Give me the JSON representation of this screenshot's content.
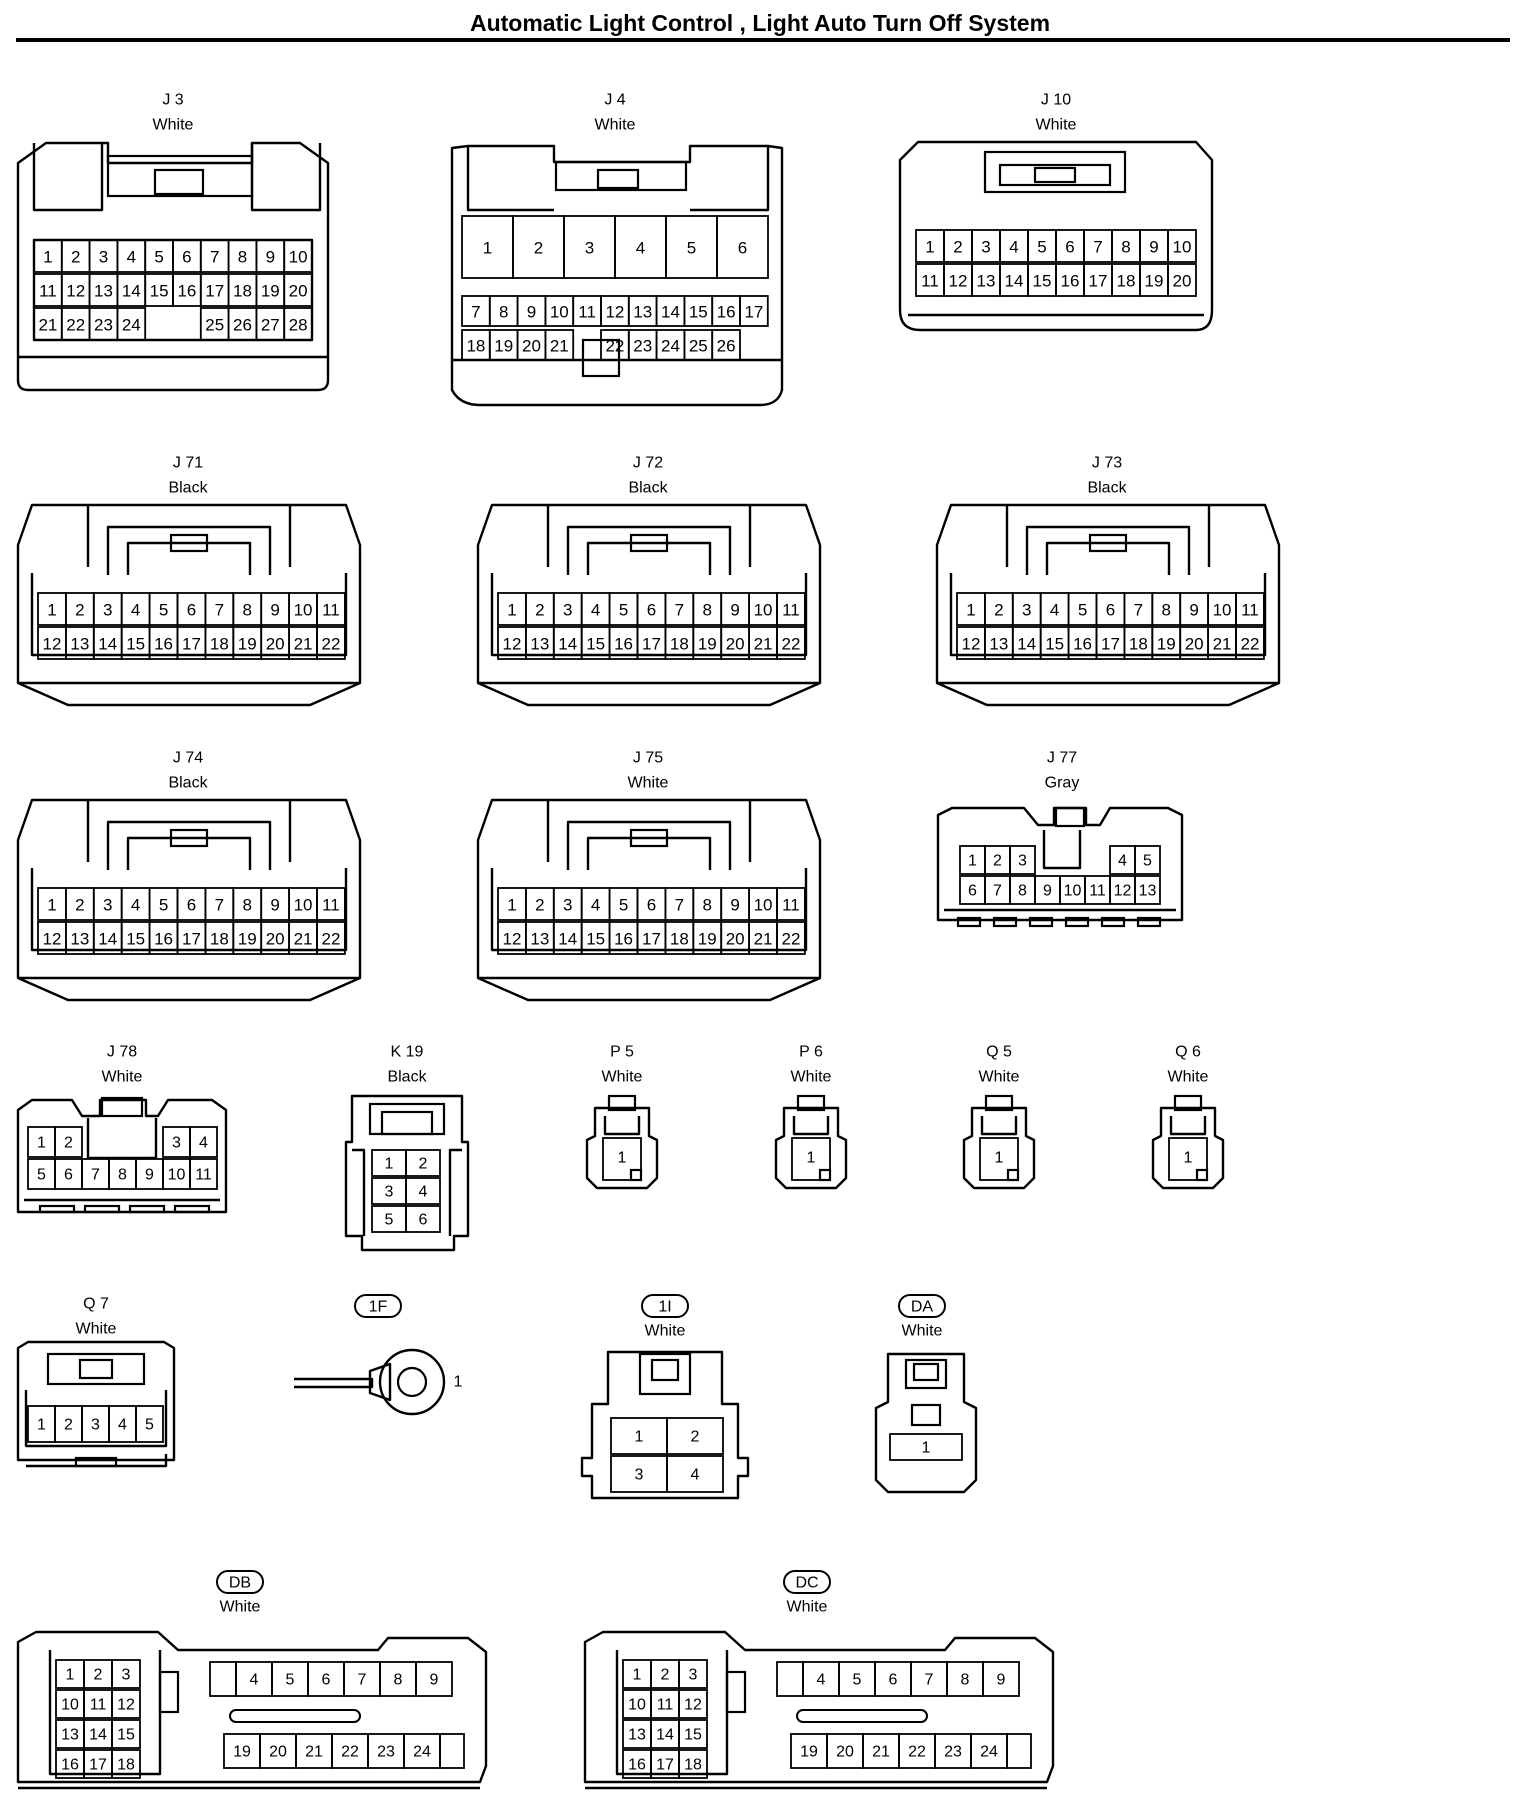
{
  "title": "Automatic Light Control , Light Auto Turn Off System",
  "connectors": [
    {
      "id": "J 3",
      "color": "White",
      "rows": [
        [
          "1",
          "2",
          "3",
          "4",
          "5",
          "6",
          "7",
          "8",
          "9",
          "10"
        ],
        [
          "11",
          "12",
          "13",
          "14",
          "15",
          "16",
          "17",
          "18",
          "19",
          "20"
        ],
        [
          "21",
          "22",
          "23",
          "24",
          "",
          "",
          "25",
          "26",
          "27",
          "28"
        ]
      ]
    },
    {
      "id": "J 4",
      "color": "White",
      "rows": [
        [
          "1",
          "2",
          "3",
          "4",
          "5",
          "6"
        ],
        [
          "7",
          "8",
          "9",
          "10",
          "11",
          "12",
          "13",
          "14",
          "15",
          "16",
          "17"
        ],
        [
          "18",
          "19",
          "20",
          "21",
          "",
          "22",
          "23",
          "24",
          "25",
          "26"
        ]
      ]
    },
    {
      "id": "J 10",
      "color": "White",
      "rows": [
        [
          "1",
          "2",
          "3",
          "4",
          "5",
          "6",
          "7",
          "8",
          "9",
          "10"
        ],
        [
          "11",
          "12",
          "13",
          "14",
          "15",
          "16",
          "17",
          "18",
          "19",
          "20"
        ]
      ]
    },
    {
      "id": "J 71",
      "color": "Black",
      "rows": [
        [
          "1",
          "2",
          "3",
          "4",
          "5",
          "6",
          "7",
          "8",
          "9",
          "10",
          "11"
        ],
        [
          "12",
          "13",
          "14",
          "15",
          "16",
          "17",
          "18",
          "19",
          "20",
          "21",
          "22"
        ]
      ]
    },
    {
      "id": "J 72",
      "color": "Black",
      "rows": [
        [
          "1",
          "2",
          "3",
          "4",
          "5",
          "6",
          "7",
          "8",
          "9",
          "10",
          "11"
        ],
        [
          "12",
          "13",
          "14",
          "15",
          "16",
          "17",
          "18",
          "19",
          "20",
          "21",
          "22"
        ]
      ]
    },
    {
      "id": "J 73",
      "color": "Black",
      "rows": [
        [
          "1",
          "2",
          "3",
          "4",
          "5",
          "6",
          "7",
          "8",
          "9",
          "10",
          "11"
        ],
        [
          "12",
          "13",
          "14",
          "15",
          "16",
          "17",
          "18",
          "19",
          "20",
          "21",
          "22"
        ]
      ]
    },
    {
      "id": "J 74",
      "color": "Black",
      "rows": [
        [
          "1",
          "2",
          "3",
          "4",
          "5",
          "6",
          "7",
          "8",
          "9",
          "10",
          "11"
        ],
        [
          "12",
          "13",
          "14",
          "15",
          "16",
          "17",
          "18",
          "19",
          "20",
          "21",
          "22"
        ]
      ]
    },
    {
      "id": "J 75",
      "color": "White",
      "rows": [
        [
          "1",
          "2",
          "3",
          "4",
          "5",
          "6",
          "7",
          "8",
          "9",
          "10",
          "11"
        ],
        [
          "12",
          "13",
          "14",
          "15",
          "16",
          "17",
          "18",
          "19",
          "20",
          "21",
          "22"
        ]
      ]
    },
    {
      "id": "J 77",
      "color": "Gray",
      "rows": [
        [
          "1",
          "2",
          "3",
          "",
          "",
          "",
          "4",
          "5"
        ],
        [
          "6",
          "7",
          "8",
          "9",
          "10",
          "11",
          "12",
          "13"
        ]
      ]
    },
    {
      "id": "J 78",
      "color": "White",
      "rows": [
        [
          "1",
          "2",
          "",
          "",
          "",
          "3",
          "4"
        ],
        [
          "5",
          "6",
          "7",
          "8",
          "9",
          "10",
          "11"
        ]
      ]
    },
    {
      "id": "K 19",
      "color": "Black",
      "rows": [
        [
          "1",
          "2"
        ],
        [
          "3",
          "4"
        ],
        [
          "5",
          "6"
        ]
      ]
    },
    {
      "id": "P 5",
      "color": "White",
      "rows": [
        [
          "1"
        ]
      ]
    },
    {
      "id": "P 6",
      "color": "White",
      "rows": [
        [
          "1"
        ]
      ]
    },
    {
      "id": "Q 5",
      "color": "White",
      "rows": [
        [
          "1"
        ]
      ]
    },
    {
      "id": "Q 6",
      "color": "White",
      "rows": [
        [
          "1"
        ]
      ]
    },
    {
      "id": "Q 7",
      "color": "White",
      "rows": [
        [
          "1",
          "2",
          "3",
          "4",
          "5"
        ]
      ]
    },
    {
      "id": "1F",
      "color": "",
      "rows": [
        [
          "1"
        ]
      ]
    },
    {
      "id": "1I",
      "color": "White",
      "rows": [
        [
          "1",
          "2"
        ],
        [
          "3",
          "4"
        ]
      ]
    },
    {
      "id": "DA",
      "color": "White",
      "rows": [
        [
          "1"
        ]
      ]
    },
    {
      "id": "DB",
      "color": "White",
      "rows": [
        [
          "1",
          "2",
          "3"
        ],
        [
          "10",
          "11",
          "12"
        ],
        [
          "13",
          "14",
          "15"
        ],
        [
          "16",
          "17",
          "18"
        ],
        [
          "4",
          "5",
          "6",
          "7",
          "8",
          "9"
        ],
        [
          "19",
          "20",
          "21",
          "22",
          "23",
          "24"
        ]
      ]
    },
    {
      "id": "DC",
      "color": "White",
      "rows": [
        [
          "1",
          "2",
          "3"
        ],
        [
          "10",
          "11",
          "12"
        ],
        [
          "13",
          "14",
          "15"
        ],
        [
          "16",
          "17",
          "18"
        ],
        [
          "4",
          "5",
          "6",
          "7",
          "8",
          "9"
        ],
        [
          "19",
          "20",
          "21",
          "22",
          "23",
          "24"
        ]
      ]
    }
  ]
}
